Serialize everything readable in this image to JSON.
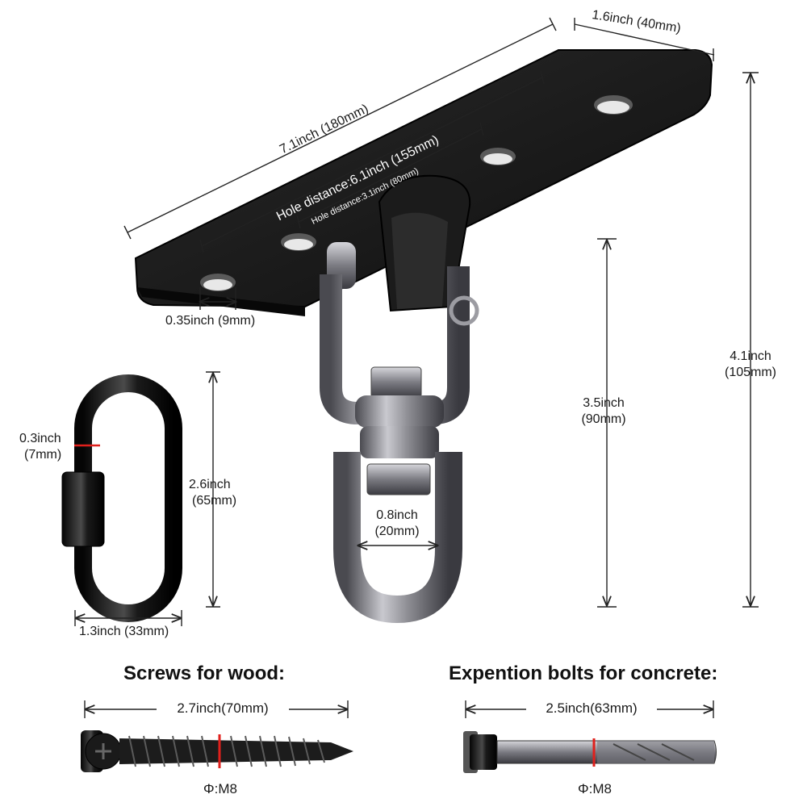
{
  "plate": {
    "length": "7.1inch (180mm)",
    "width": "1.6inch (40mm)",
    "hole_distance_outer": "Hole distance:6.1inch (155mm)",
    "hole_distance_inner": "Hole distance:3.1inch (80mm)",
    "hole_diameter": "0.35inch (9mm)"
  },
  "hook": {
    "total_height_inch": "4.1inch",
    "total_height_mm": "(105mm)",
    "swivel_height_inch": "3.5inch",
    "swivel_height_mm": "(90mm)",
    "eye_inner_inch": "0.8inch",
    "eye_inner_mm": "(20mm)"
  },
  "quick_link": {
    "thickness_inch": "0.3inch",
    "thickness_mm": "(7mm)",
    "height_inch": "2.6inch",
    "height_mm": "(65mm)",
    "width": "1.3inch (33mm)"
  },
  "screws": {
    "title": "Screws for wood:",
    "length": "2.7inch(70mm)",
    "diameter": "Φ:M8"
  },
  "bolts": {
    "title": "Expention bolts for concrete:",
    "length": "2.5inch(63mm)",
    "diameter": "Φ:M8"
  },
  "colors": {
    "plate": "#161616",
    "steel": "#8a8a8f",
    "line": "#222222",
    "accent": "#e0201c"
  }
}
